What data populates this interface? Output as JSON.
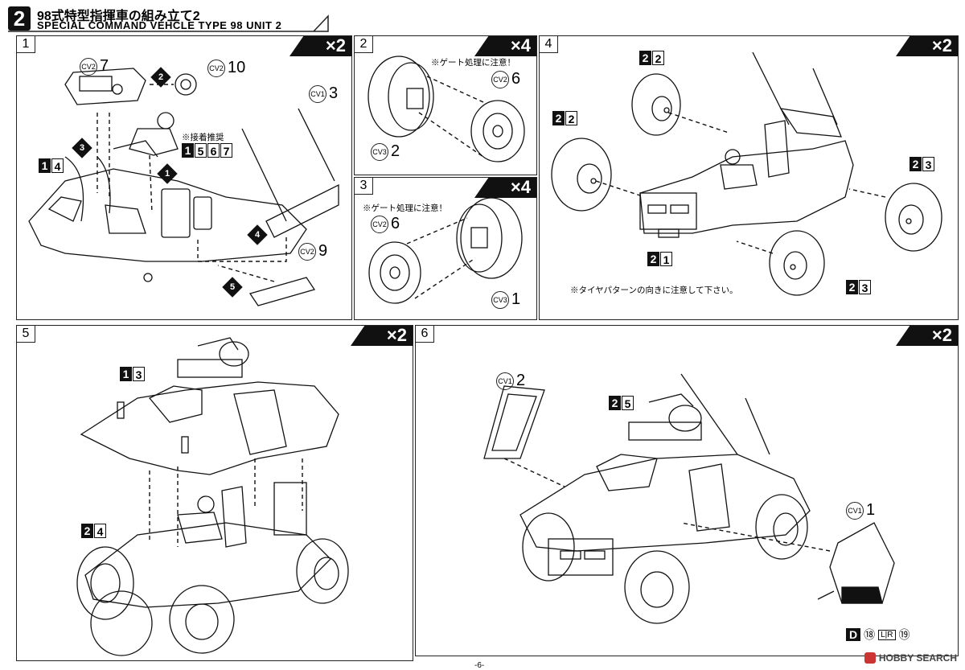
{
  "header": {
    "step": "2",
    "title_jp": "98式特型指揮車の組み立て2",
    "title_en": "SPECIAL COMMAND VEHCLE TYPE 98 UNIT 2"
  },
  "panels": [
    {
      "num": "1",
      "mult": "×2"
    },
    {
      "num": "2",
      "mult": "×4"
    },
    {
      "num": "3",
      "mult": "×4"
    },
    {
      "num": "4",
      "mult": "×2"
    },
    {
      "num": "5",
      "mult": "×2"
    },
    {
      "num": "6",
      "mult": "×2"
    }
  ],
  "p1": {
    "cv7": "CV2",
    "n7": "7",
    "cv10": "CV2",
    "n10": "10",
    "cv3": "CV1",
    "n3": "3",
    "cv9": "CV2",
    "n9": "9",
    "glue_note": "※接着推奨",
    "glue_parts": [
      "1",
      "5",
      "6",
      "7"
    ],
    "part14": [
      "1",
      "4"
    ],
    "steps": [
      "1",
      "2",
      "3",
      "4",
      "5"
    ]
  },
  "p2": {
    "note": "※ゲート処理に注意！",
    "cv6": "CV2",
    "n6": "6",
    "cv2": "CV3",
    "n2": "2"
  },
  "p3": {
    "note": "※ゲート処理に注意！",
    "cv6": "CV2",
    "n6": "6",
    "cv1": "CV3",
    "n1": "1"
  },
  "p4": {
    "part22a": [
      "2",
      "2"
    ],
    "part22b": [
      "2",
      "2"
    ],
    "part23a": [
      "2",
      "3"
    ],
    "part23b": [
      "2",
      "3"
    ],
    "part21": [
      "2",
      "1"
    ],
    "note": "※タイヤパターンの向きに注意して下さい。"
  },
  "p5": {
    "part13": [
      "1",
      "3"
    ],
    "part24": [
      "2",
      "4"
    ]
  },
  "p6": {
    "cv2": "CV1",
    "n2": "2",
    "part25": [
      "2",
      "5"
    ],
    "cv1": "CV1",
    "n1": "1",
    "legend": [
      "D",
      "⑱",
      "⑲"
    ]
  },
  "footer": {
    "brand": "HOBBY SEARCH",
    "page": "-6-"
  }
}
